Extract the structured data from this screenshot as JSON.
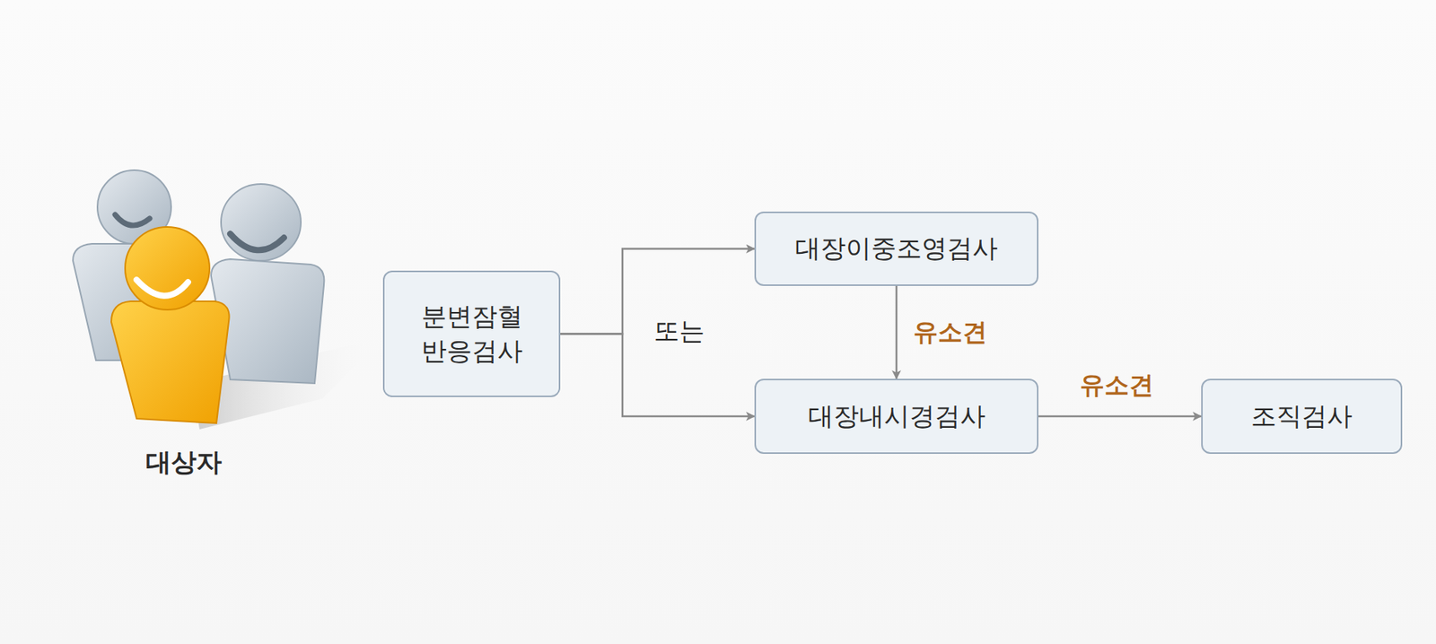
{
  "diagram": {
    "nodes": [
      {
        "text": [
          "분변잠혈 반응검사"
        ]
      },
      {
        "text": [
          "대장이중조영검사"
        ]
      },
      {
        "text": [
          "대장내시경검사"
        ]
      },
      {
        "text": [
          "조직검사"
        ]
      }
    ],
    "edges": [
      {
        "from": 0,
        "to": 1,
        "arrow": "to"
      },
      {
        "from": 0,
        "to": 2,
        "arrow": "to"
      },
      {
        "from": 1,
        "to": 2,
        "label": "유소견",
        "arrow": "to"
      },
      {
        "from": 2,
        "to": 3,
        "label": "유소견",
        "arrow": "to"
      }
    ],
    "labels": [
      "대상자",
      "또는"
    ]
  }
}
